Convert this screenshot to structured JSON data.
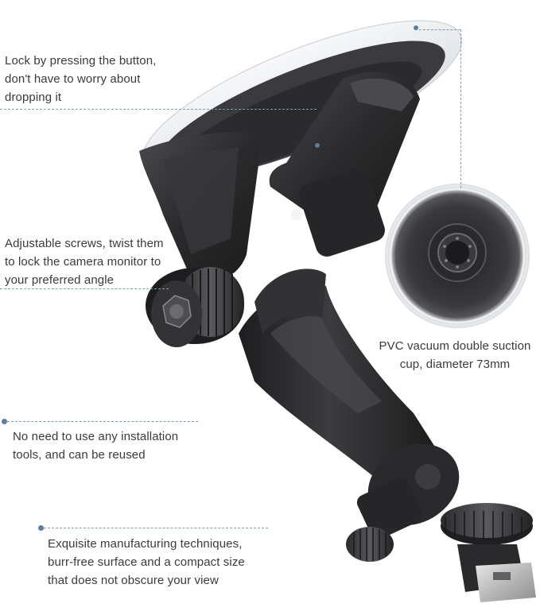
{
  "callouts": {
    "lock_button": "Lock by pressing the button,\ndon't have to worry about\ndropping it",
    "adjustable_screws": "Adjustable screws, twist them\nto lock the camera monitor to\nyour preferred angle",
    "suction_cup": "PVC vacuum double suction\ncup, diameter 73mm",
    "no_tools": "No need to use any installation\ntools, and can be reused",
    "manufacturing": "Exquisite manufacturing techniques,\nburr-free surface and a compact size\nthat does not obscure your view"
  },
  "colors": {
    "leader_line": "#7e9cb6",
    "dot": "#5a7f9e",
    "mount_body": "#2c2c2e",
    "suction_rim": "#e4e6e8"
  }
}
